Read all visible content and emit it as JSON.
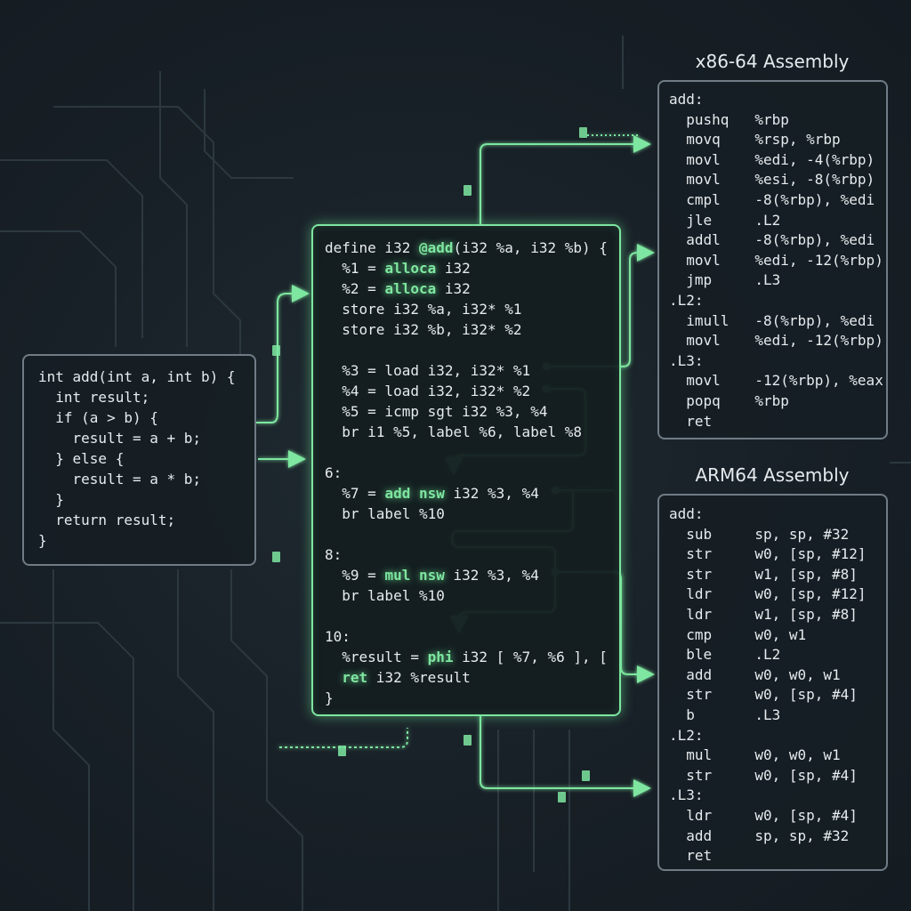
{
  "source": {
    "lines": [
      "int add(int a, int b) {",
      "  int result;",
      "  if (a > b) {",
      "    result = a + b;",
      "  } else {",
      "    result = a * b;",
      "  }",
      "  return result;",
      "}"
    ]
  },
  "ir": {
    "lines": [
      [
        {
          "t": "define i32 "
        },
        {
          "t": "@add",
          "hl": true
        },
        {
          "t": "(i32 %a, i32 %b) {"
        }
      ],
      [
        {
          "t": "  %1 = "
        },
        {
          "t": "alloca",
          "hl": true
        },
        {
          "t": " i32"
        }
      ],
      [
        {
          "t": "  %2 = "
        },
        {
          "t": "alloca",
          "hl": true
        },
        {
          "t": " i32"
        }
      ],
      [
        {
          "t": "  store i32 %a, i32* %1"
        }
      ],
      [
        {
          "t": "  store i32 %b, i32* %2"
        }
      ],
      [
        {
          "t": ""
        }
      ],
      [
        {
          "t": "  %3 = load i32, i32* %1"
        }
      ],
      [
        {
          "t": "  %4 = load i32, i32* %2"
        }
      ],
      [
        {
          "t": "  %5 = icmp sgt i32 %3, %4"
        }
      ],
      [
        {
          "t": "  br i1 %5, label %6, label %8"
        }
      ],
      [
        {
          "t": ""
        }
      ],
      [
        {
          "t": "6:"
        }
      ],
      [
        {
          "t": "  %7 = "
        },
        {
          "t": "add nsw",
          "hl": true
        },
        {
          "t": " i32 %3, %4"
        }
      ],
      [
        {
          "t": "  br label %10"
        }
      ],
      [
        {
          "t": ""
        }
      ],
      [
        {
          "t": "8:"
        }
      ],
      [
        {
          "t": "  %9 = "
        },
        {
          "t": "mul nsw",
          "hl": true
        },
        {
          "t": " i32 %3, %4"
        }
      ],
      [
        {
          "t": "  br label %10"
        }
      ],
      [
        {
          "t": ""
        }
      ],
      [
        {
          "t": "10:"
        }
      ],
      [
        {
          "t": "  %result = "
        },
        {
          "t": "phi",
          "hl": true
        },
        {
          "t": " i32 [ %7, %6 ], ["
        }
      ],
      [
        {
          "t": "  "
        },
        {
          "t": "ret",
          "hl": true
        },
        {
          "t": " i32 %result"
        }
      ],
      [
        {
          "t": "}"
        }
      ]
    ]
  },
  "x86": {
    "title": "x86-64 Assembly",
    "lines": [
      "add:",
      "  pushq   %rbp",
      "  movq    %rsp, %rbp",
      "  movl    %edi, -4(%rbp)",
      "  movl    %esi, -8(%rbp)",
      "  cmpl    -8(%rbp), %edi",
      "  jle     .L2",
      "  addl    -8(%rbp), %edi",
      "  movl    %edi, -12(%rbp)",
      "  jmp     .L3",
      ".L2:",
      "  imull   -8(%rbp), %edi",
      "  movl    %edi, -12(%rbp)",
      ".L3:",
      "  movl    -12(%rbp), %eax",
      "  popq    %rbp",
      "  ret"
    ]
  },
  "arm": {
    "title": "ARM64 Assembly",
    "lines": [
      "add:",
      "  sub     sp, sp, #32",
      "  str     w0, [sp, #12]",
      "  str     w1, [sp, #8]",
      "  ldr     w0, [sp, #12]",
      "  ldr     w1, [sp, #8]",
      "  cmp     w0, w1",
      "  ble     .L2",
      "  add     w0, w0, w1",
      "  str     w0, [sp, #4]",
      "  b       .L3",
      ".L2:",
      "  mul     w0, w0, w1",
      "  str     w0, [sp, #4]",
      ".L3:",
      "  ldr     w0, [sp, #4]",
      "  add     sp, sp, #32",
      "  ret"
    ]
  },
  "colors": {
    "accent": "#7ee6a0",
    "border": "#6f7c86",
    "background": "#182027"
  }
}
